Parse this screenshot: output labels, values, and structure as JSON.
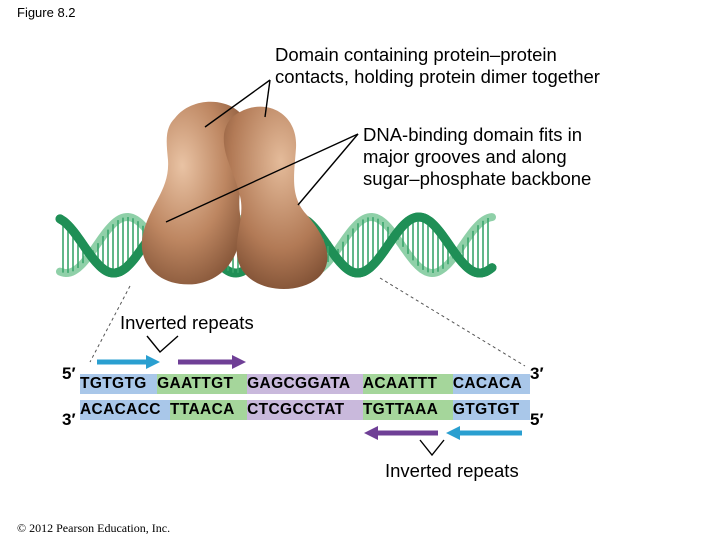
{
  "figure_label": "Figure 8.2",
  "callouts": {
    "dimer_domain": "Domain containing protein–protein\ncontacts, holding protein dimer together",
    "dna_binding": "DNA-binding domain fits in\nmajor grooves and along\nsugar–phosphate backbone"
  },
  "inverted_repeats_top": "Inverted repeats",
  "inverted_repeats_bottom": "Inverted repeats",
  "strand_top": {
    "five_prime": "5′",
    "three_prime": "3′",
    "segments": [
      {
        "text": "TGTGTG",
        "color": "#a9c7e9"
      },
      {
        "text": "GAATTGT",
        "color": "#a5d69b"
      },
      {
        "text": "GAGCGGATA",
        "color": "#c9b9dc"
      },
      {
        "text": "ACAATTT",
        "color": "#a5d69b"
      },
      {
        "text": "CACACA",
        "color": "#a9c7e9"
      }
    ]
  },
  "strand_bottom": {
    "three_prime": "3′",
    "five_prime": "5′",
    "segments": [
      {
        "text": "ACACACC",
        "color": "#a9c7e9"
      },
      {
        "text": "TTAACA",
        "color": "#a5d69b"
      },
      {
        "text": "CTCGCCTAT",
        "color": "#c9b9dc"
      },
      {
        "text": "TGTTAAA",
        "color": "#a5d69b"
      },
      {
        "text": "GTGTGT",
        "color": "#a9c7e9"
      }
    ]
  },
  "copyright": "© 2012 Pearson Education, Inc.",
  "colors": {
    "dna_dark": "#1f8f56",
    "dna_light": "#8fd0a8",
    "protein": "#b9805e",
    "repeat_arrow_blue": "#2a9fd0",
    "repeat_arrow_purple": "#6f3f96"
  }
}
